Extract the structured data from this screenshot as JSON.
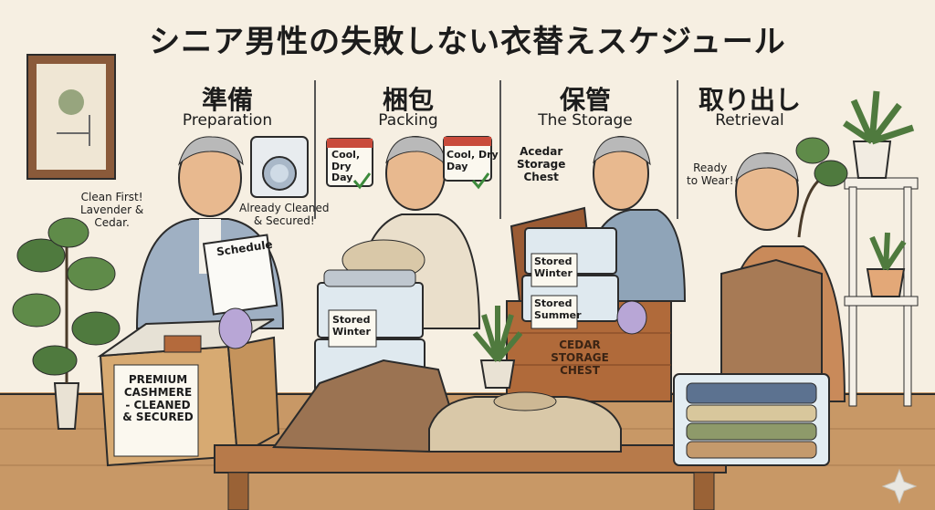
{
  "title": "シニア男性の失敗しない衣替えスケジュール",
  "steps": [
    {
      "jp": "準備",
      "en": "Preparation"
    },
    {
      "jp": "梱包",
      "en": "Packing"
    },
    {
      "jp": "保管",
      "en": "The Storage"
    },
    {
      "jp": "取り出し",
      "en": "Retrieval"
    }
  ],
  "labels": {
    "clean_first": "Clean First!\nLavender &\nCedar.",
    "already_cleaned": "Already Cleaned\n& Secured!",
    "schedule": "Schedule",
    "premium_box": "PREMIUM\nCASHMERE\n- CLEANED\n& SECURED",
    "cool_dry_left": "Cool,\nDry\nDay",
    "cool_dry_right": "Cool, Dry\nDay",
    "stored_winter_left": "Stored\nWinter",
    "acedar_chest": "Acedar\nStorage\nChest",
    "stored_winter_mid": "Stored\nWinter",
    "stored_summer": "Stored\nSummer",
    "cedar_chest": "CEDAR\nSTORAGE\nCHEST",
    "ready_to_wear": "Ready\nto Wear!"
  },
  "icons": [
    "washing-machine-icon",
    "calendar-icon",
    "checkmark-icon",
    "sparkle-icon"
  ],
  "colors": {
    "background": "#f6efe2",
    "floor": "#c89866",
    "outline": "#2b2b2b",
    "plant": "#4f7a3e"
  }
}
